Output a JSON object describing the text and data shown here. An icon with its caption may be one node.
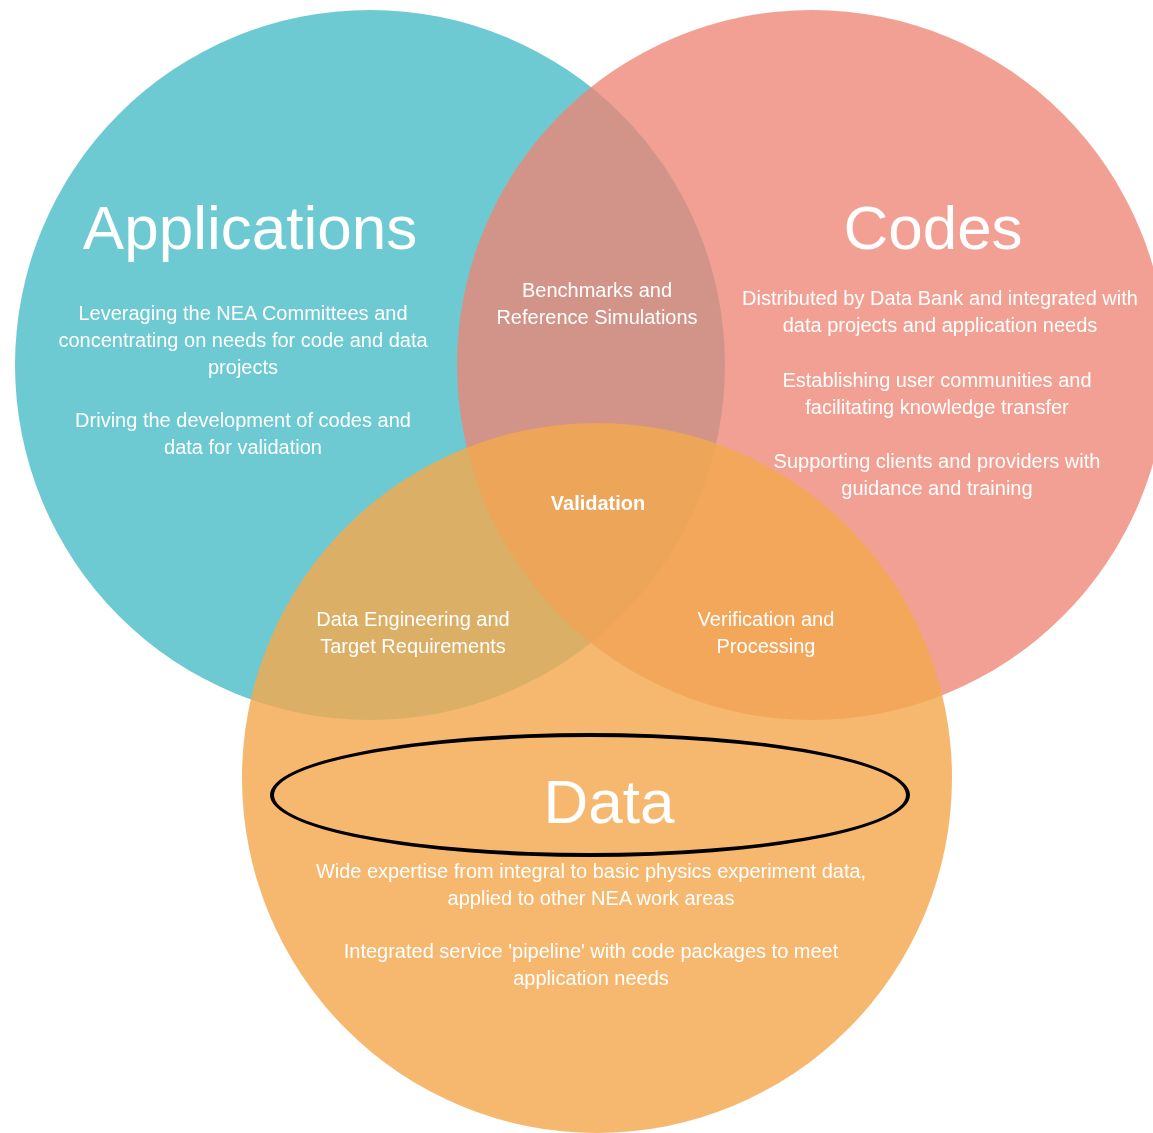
{
  "diagram": {
    "nodes": [
      {
        "text": [
          "Applications",
          "Leveraging the NEA Committees and concentrating on needs for code and data projects",
          "Driving the development of codes and data for validation"
        ]
      },
      {
        "text": [
          "Codes",
          "Distributed by Data Bank and integrated with data projects and application needs",
          "Establishing user communities and facilitating knowledge transfer",
          "Supporting clients and providers with guidance and training"
        ]
      },
      {
        "text": [
          "Wide expertise from integral to basic physics experiment data, applied to other NEA work areas",
          "Integrated service 'pipeline' with code packages to meet application needs"
        ]
      },
      {
        "text": [
          "Data"
        ],
        "in": 2
      }
    ],
    "labels": [
      "Benchmarks and Reference Simulations",
      "Validation",
      "Data Engineering and Target Requirements",
      "Verification and Processing"
    ]
  }
}
